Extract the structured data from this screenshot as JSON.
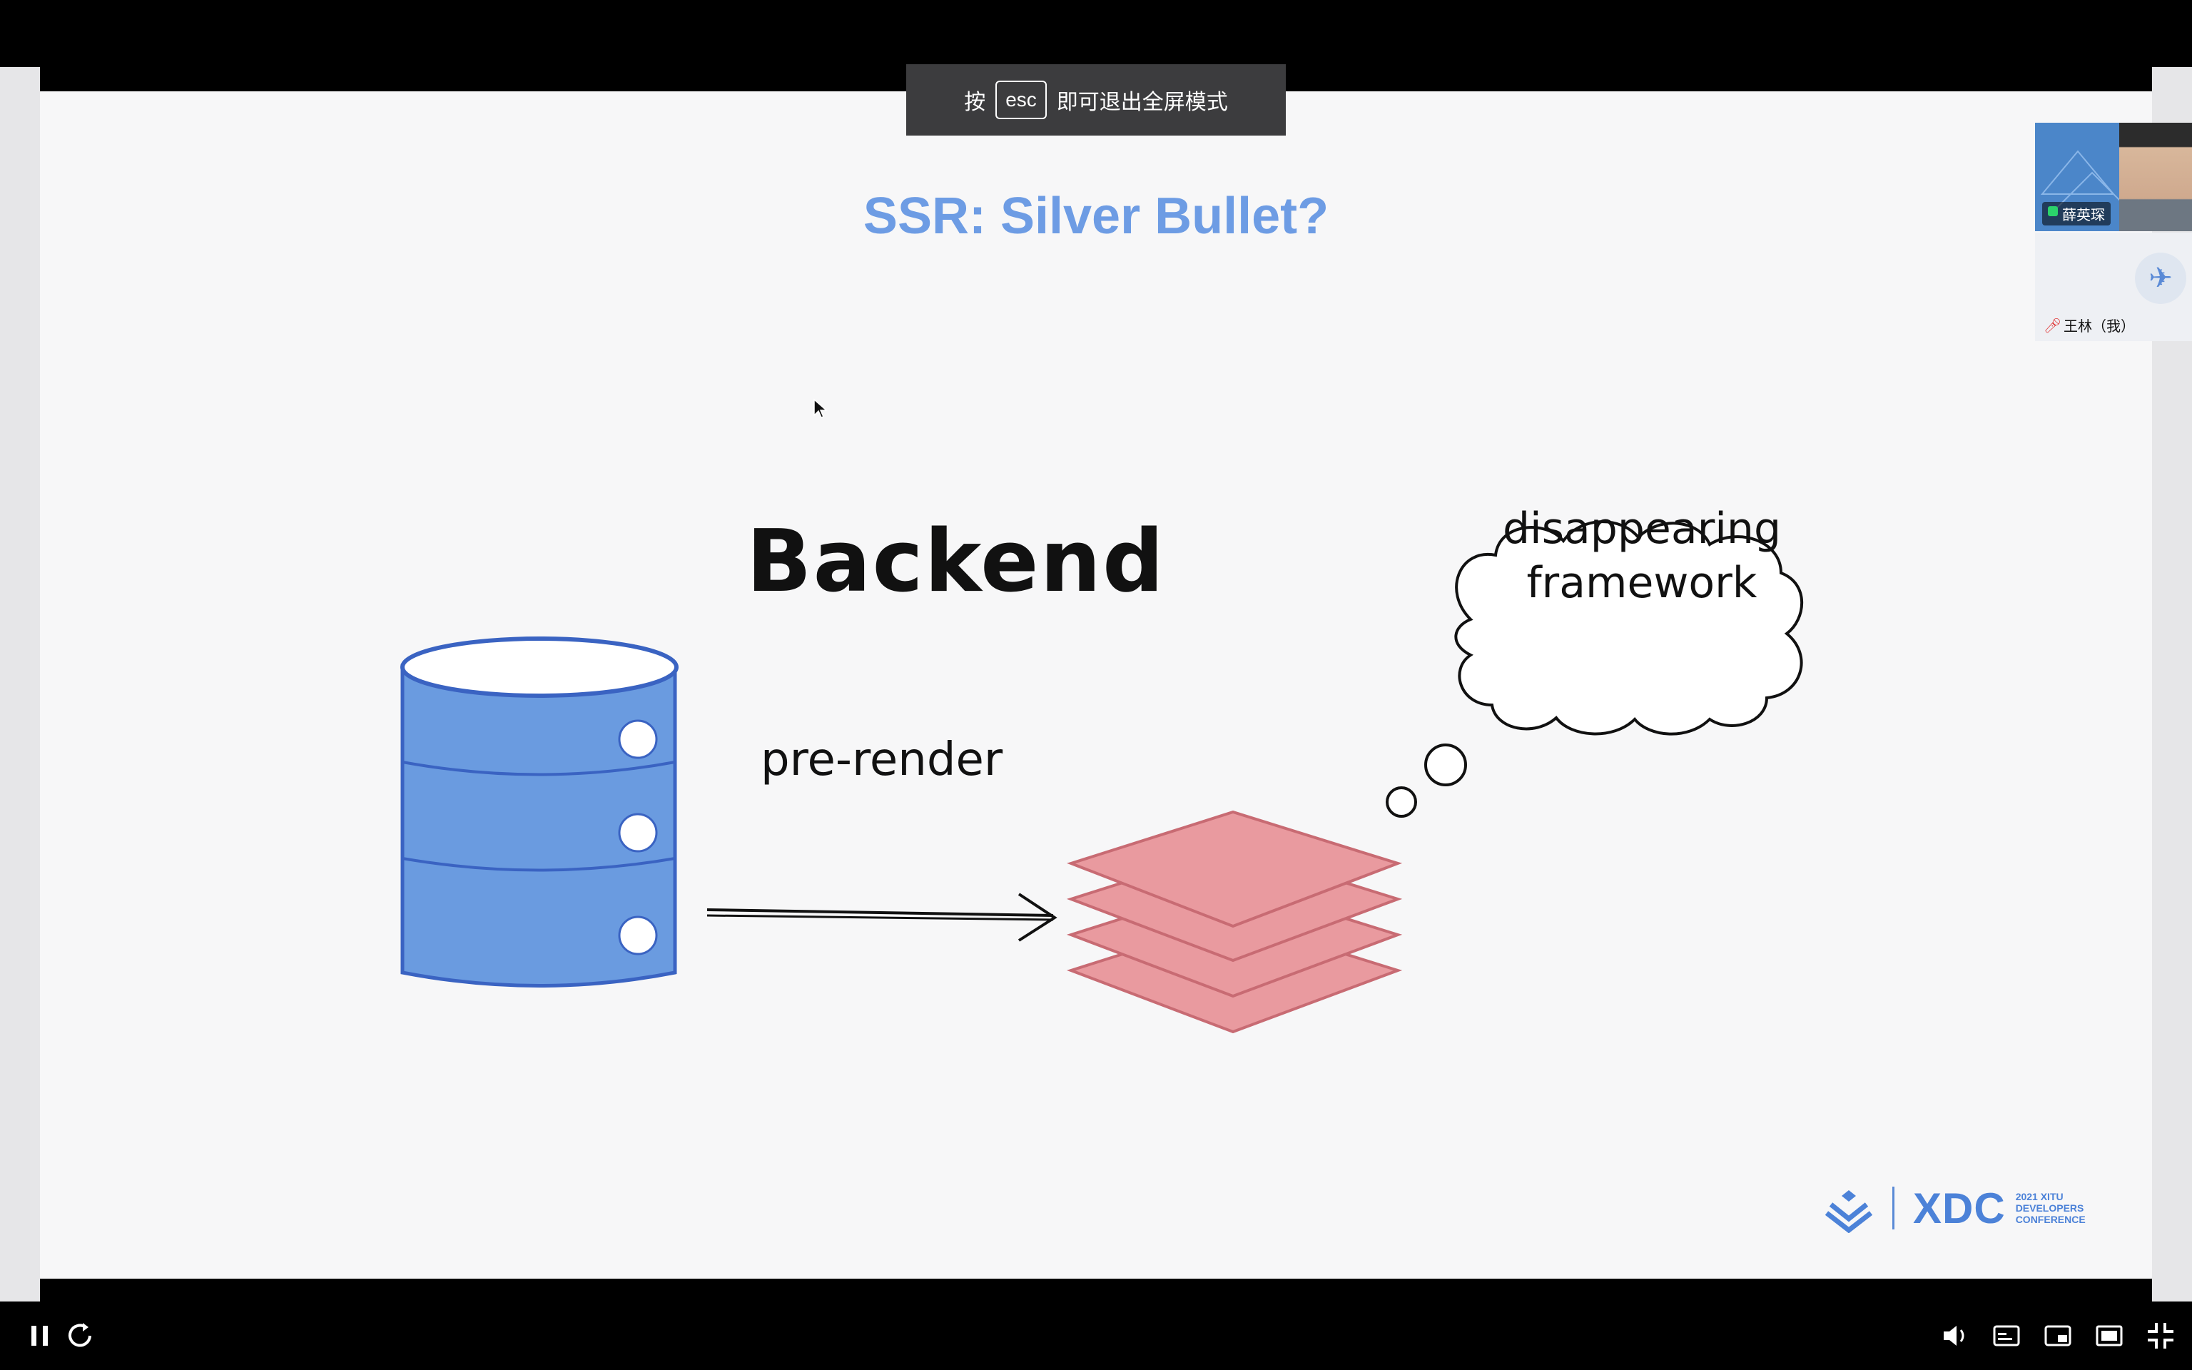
{
  "overlay": {
    "esc_prefix": "按",
    "esc_key": "esc",
    "esc_suffix": "即可退出全屏模式"
  },
  "slide": {
    "title": "SSR: Silver Bullet?",
    "backend_label": "Backend",
    "arrow_label": "pre-render",
    "thought_line1": "disappearing",
    "thought_line2": "framework",
    "logo": {
      "word": "XDC",
      "sub_line1": "2021 XITU",
      "sub_line2": "DEVELOPERS",
      "sub_line3": "CONFERENCE"
    },
    "colors": {
      "title": "#6d9ce4",
      "database": "#6a9be0",
      "pages": "#e99a9f",
      "pages_stroke": "#c86b73"
    }
  },
  "participants": [
    {
      "name": "薛英琛",
      "icon": "camera-person"
    },
    {
      "name": "王林（我）",
      "icon": "avatar-icon",
      "status": "muted"
    }
  ],
  "controls": {
    "left": [
      "pause-icon",
      "replay-icon"
    ],
    "right": [
      "volume-icon",
      "subtitles-icon",
      "picture-in-picture-icon",
      "theater-mode-icon",
      "exit-fullscreen-icon"
    ]
  }
}
